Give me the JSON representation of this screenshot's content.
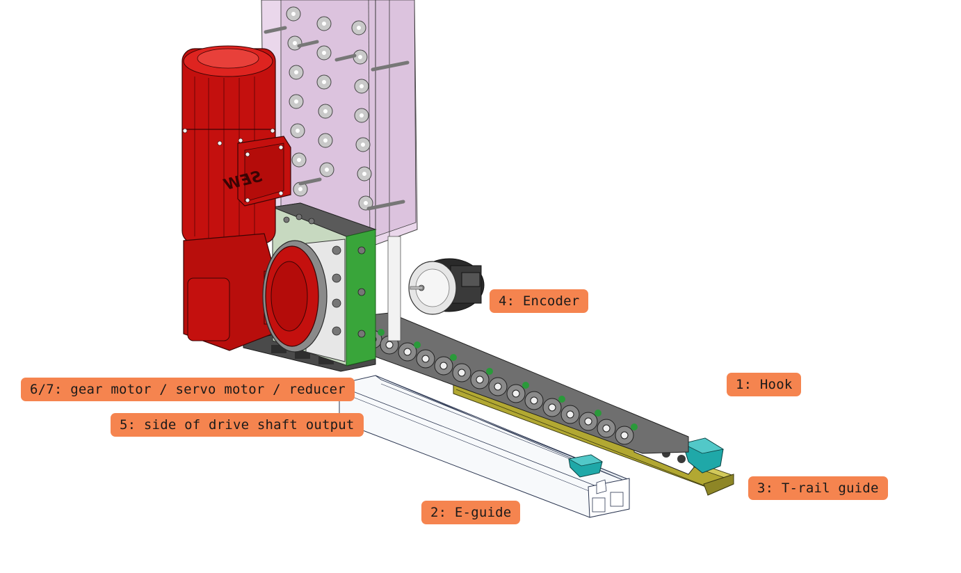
{
  "labels": {
    "hook": "1: Hook",
    "e_guide": "2: E-guide",
    "t_rail": "3: T-rail guide",
    "encoder": "4: Encoder",
    "drive_shaft": "5: side of drive shaft output",
    "motor": "6/7: gear motor / servo motor / reducer"
  },
  "motor_brand": "SEW",
  "colors": {
    "callout": "#f5844f",
    "motor_red": "#c4100e",
    "t_rail": "#b2a832",
    "e_guide": "#f7f9fb",
    "chain": "#6f6f6f",
    "hook_body": "#1fa8a8",
    "housing_tint": "#e9d5ea",
    "bracket_green": "#39a53a"
  }
}
